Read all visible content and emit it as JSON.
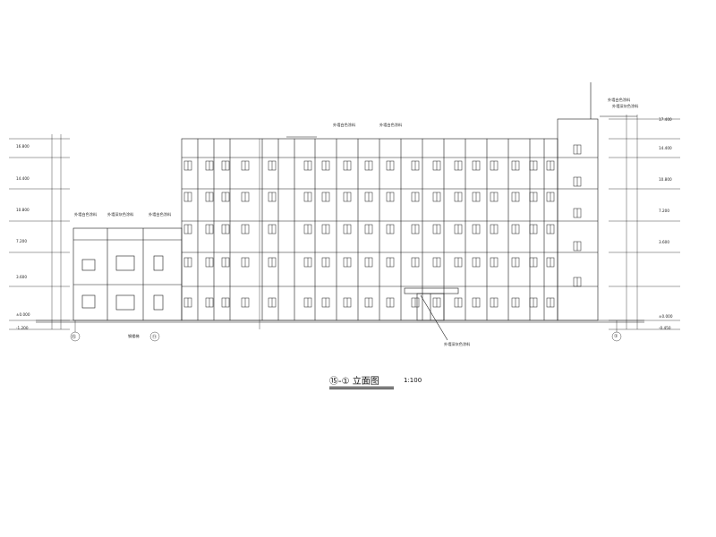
{
  "drawing": {
    "title": "⑮-① 立面图",
    "scale": "1:100",
    "axis_left": "⑮",
    "axis_mid": "⑪",
    "axis_right": "①"
  },
  "annotations": {
    "top_center_1": "外墙白色涂料",
    "top_center_2": "外墙白色涂料",
    "top_right_1": "外墙白色涂料",
    "top_right_2": "外墙深灰色涂料",
    "left_wing_1": "外墙白色涂料",
    "left_wing_2": "外墙深灰色涂料",
    "left_wing_3": "外墙白色涂料",
    "stair_label": "钢楼梯",
    "entrance_label": "外墙深灰色涂料"
  },
  "elevations": {
    "left": [
      "16.800",
      "14.400",
      "10.800",
      "7.200",
      "3.600",
      "±0.000",
      "-1.200"
    ],
    "right": [
      "17.400",
      "14.400",
      "10.800",
      "7.200",
      "3.600",
      "±0.000",
      "-0.450"
    ]
  },
  "colors": {
    "line": "#1a1a1a",
    "background": "#ffffff"
  }
}
